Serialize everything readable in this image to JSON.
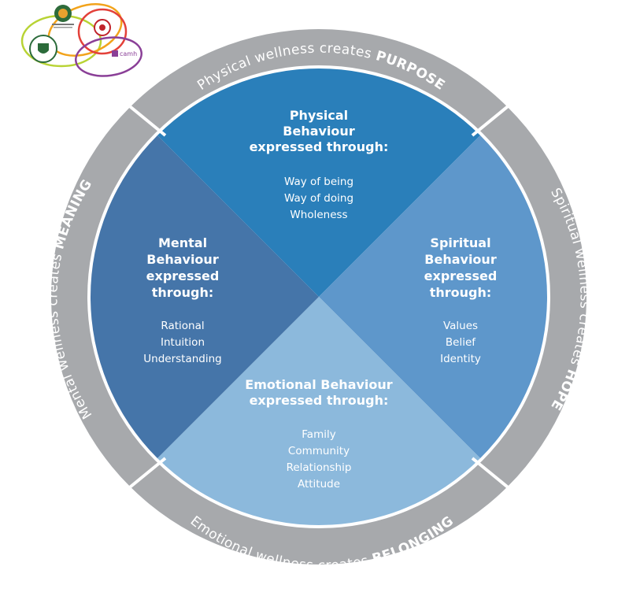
{
  "ring": {
    "top": {
      "prefix": "Physical wellness creates ",
      "keyword": "PURPOSE"
    },
    "right": {
      "prefix": "Spiritual wellness creates ",
      "keyword": "HOPE"
    },
    "bottom": {
      "prefix": "Emotional wellness creates ",
      "keyword": "BELONGING"
    },
    "left": {
      "prefix": "Mental wellness creates ",
      "keyword": "MEANING"
    }
  },
  "quadrants": {
    "physical": {
      "title_lines": [
        "Physical",
        "Behaviour",
        "expressed through:"
      ],
      "items": [
        "Way of being",
        "Way of doing",
        "Wholeness"
      ]
    },
    "spiritual": {
      "title_lines": [
        "Spiritual",
        "Behaviour",
        "expressed",
        "through:"
      ],
      "items": [
        "Values",
        "Belief",
        "Identity"
      ]
    },
    "emotional": {
      "title_lines": [
        "Emotional Behaviour",
        "expressed through:"
      ],
      "items": [
        "Family",
        "Community",
        "Relationship",
        "Attitude"
      ]
    },
    "mental": {
      "title_lines": [
        "Mental",
        "Behaviour",
        "expressed",
        "through:"
      ],
      "items": [
        "Rational",
        "Intuition",
        "Understanding"
      ]
    }
  },
  "logos": {
    "camh_label": "camh"
  },
  "colors": {
    "ring": "#a7a9ac",
    "ring_divider": "#ffffff",
    "physical": "#2a7fba",
    "spiritual": "#5e97cb",
    "emotional": "#8cb9dc",
    "mental": "#4575a9"
  }
}
